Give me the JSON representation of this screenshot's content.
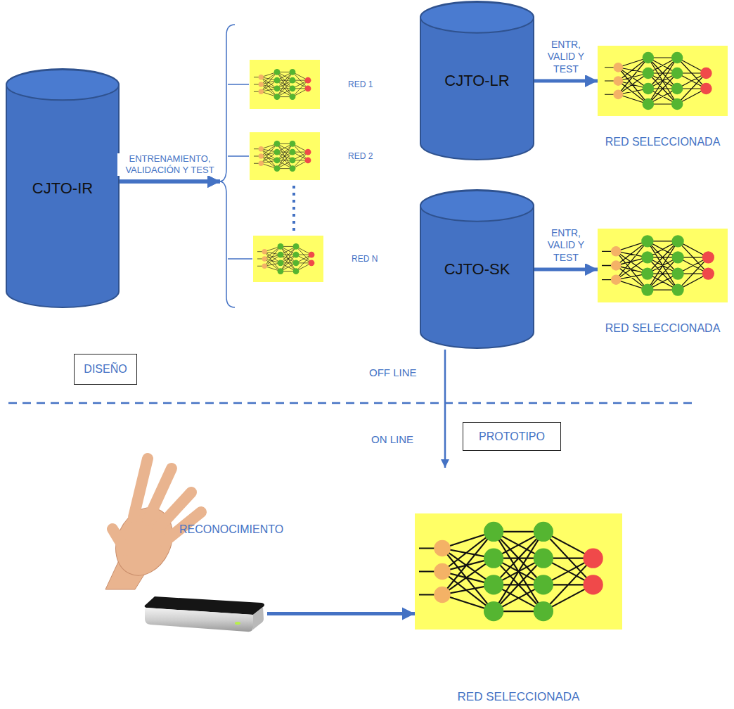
{
  "diagram": {
    "nodes": [
      {
        "text": [
          "CJTO-IR"
        ]
      },
      {
        "text": [
          "RED 1"
        ]
      },
      {
        "text": [
          "RED 2"
        ]
      },
      {
        "text": [
          "RED N"
        ]
      },
      {
        "text": [
          "CJTO-LR"
        ]
      },
      {
        "text": [
          "RED SELECCIONADA"
        ]
      },
      {
        "text": [
          "CJTO-SK"
        ]
      },
      {
        "text": [
          "RED SELECCIONADA"
        ]
      },
      {
        "text": [
          "DISEÑO"
        ]
      },
      {
        "text": [
          "PROTOTIPO"
        ]
      },
      {
        "text": [
          "RECONOCIMIENTO"
        ]
      },
      {
        "text": [
          "RED SELECCIONADA"
        ]
      }
    ],
    "edges": [
      {
        "from": 0,
        "to": 1,
        "arrow": "to",
        "label": "ENTRENAMIENTO, VALIDACIÓN Y TEST"
      },
      {
        "from": 0,
        "to": 2,
        "arrow": "to"
      },
      {
        "from": 0,
        "to": 3,
        "arrow": "to"
      },
      {
        "from": 4,
        "to": 5,
        "arrow": "to",
        "label": "ENTR, VALID Y TEST"
      },
      {
        "from": 6,
        "to": 7,
        "arrow": "to",
        "label": "ENTR, VALID Y TEST"
      },
      {
        "from": 10,
        "to": 11,
        "arrow": "to"
      }
    ],
    "labels": [
      "OFF LINE",
      "ON LINE"
    ]
  }
}
